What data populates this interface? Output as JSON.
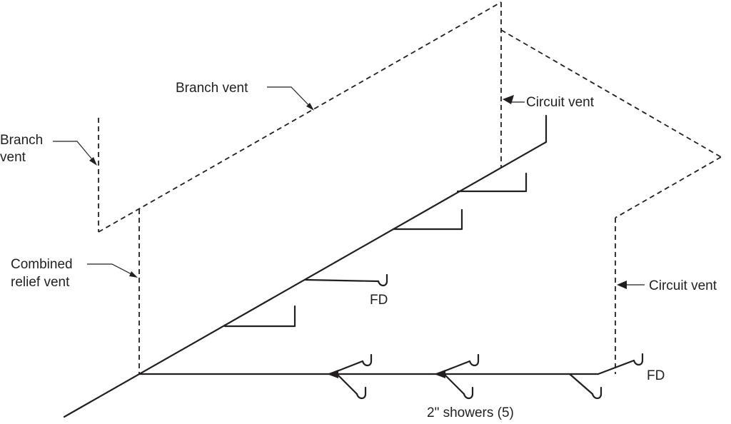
{
  "labels": {
    "branch_vent_top": "Branch vent",
    "branch_vent_left_line1": "Branch",
    "branch_vent_left_line2": "vent",
    "circuit_vent_top": "Circuit vent",
    "combined_relief_line1": "Combined",
    "combined_relief_line2": "relief vent",
    "circuit_vent_right": "Circuit vent",
    "fd_middle": "FD",
    "fd_right": "FD",
    "showers": "2\" showers (5)"
  }
}
